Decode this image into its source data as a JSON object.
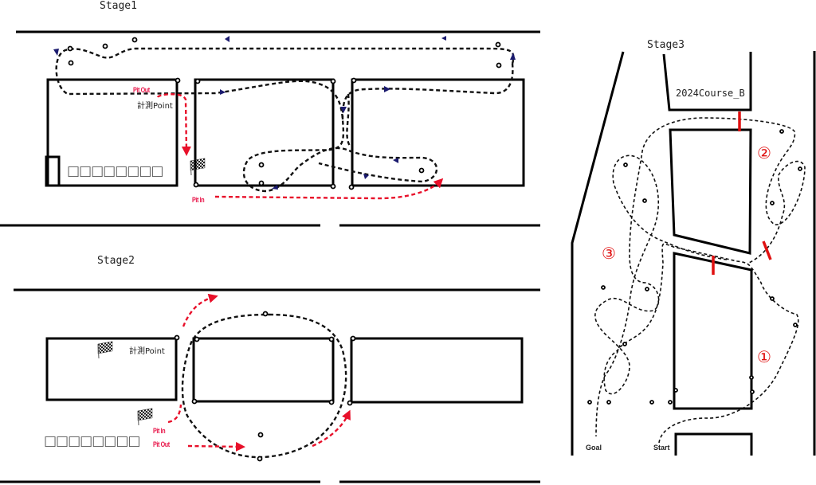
{
  "stage1": {
    "title": "Stage1",
    "pit_out": "Pit Out",
    "measure_point": "計測Point",
    "pit_in": "Pit In",
    "tofu_text": "□□□□□□□□"
  },
  "stage2": {
    "title": "Stage2",
    "measure_point": "計測Point",
    "pit_in": "Pit In",
    "pit_out": "Pit Out",
    "tofu_text": "□□□□□□□□"
  },
  "stage3": {
    "title": "Stage3",
    "course_label": "2024Course_B",
    "section_1": "①",
    "section_2": "②",
    "section_3": "③",
    "goal": "Goal",
    "start": "Start"
  },
  "colors": {
    "route": "#111111",
    "pit_route": "#e8102a",
    "arrow": "#1a1a6e",
    "section_mark": "#e01010"
  }
}
